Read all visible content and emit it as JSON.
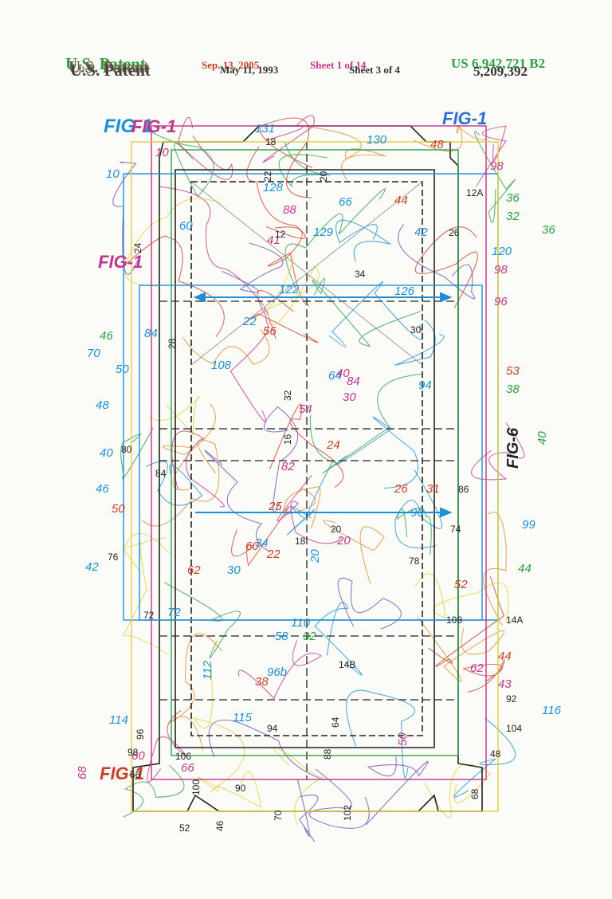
{
  "header": {
    "patent_lines": [
      "U.S. Patent",
      "U.S. Patent",
      "U.S. Patent"
    ],
    "date_lines": [
      "Sep. 13, 2005",
      "May 11, 1993"
    ],
    "sheet_lines": [
      "Sheet 1 of 14",
      "Sheet 3 of 4"
    ],
    "number_lines": [
      "US 6,942,721 B2",
      "5,209,392"
    ]
  },
  "colors": {
    "ink": "#222222",
    "blue": "#1e8fd6",
    "green": "#2f9e47",
    "red": "#c8402a",
    "magenta": "#c0368a",
    "yellow": "#e0d040",
    "purple": "#6a4bb0",
    "orange": "#e08a30"
  },
  "figure_labels": [
    {
      "text": "FIG-1",
      "color": "#1e8fd6"
    },
    {
      "text": "FIG-1",
      "color": "#c0368a"
    },
    {
      "text": "FIG-1",
      "color": "#2f6fd6"
    },
    {
      "text": "FIG-1",
      "color": "#c0368a"
    },
    {
      "text": "FIG-1",
      "color": "#c8402a"
    },
    {
      "text": "FIG-6",
      "color": "#222222"
    }
  ],
  "references": [
    {
      "text": "10",
      "color": "#1e8fd6"
    },
    {
      "text": "10",
      "color": "#c0368a"
    },
    {
      "text": "131",
      "color": "#1e8fd6"
    },
    {
      "text": "130",
      "color": "#1e8fd6"
    },
    {
      "text": "48",
      "color": "#c8402a"
    },
    {
      "text": "18",
      "color": "#222222"
    },
    {
      "text": "22",
      "color": "#222222"
    },
    {
      "text": "20",
      "color": "#222222"
    },
    {
      "text": "128",
      "color": "#1e8fd6"
    },
    {
      "text": "88",
      "color": "#c0368a"
    },
    {
      "text": "66",
      "color": "#1e8fd6"
    },
    {
      "text": "44",
      "color": "#c8402a"
    },
    {
      "text": "12A",
      "color": "#222222"
    },
    {
      "text": "36",
      "color": "#2f9e47"
    },
    {
      "text": "36",
      "color": "#2f9e47"
    },
    {
      "text": "32",
      "color": "#2f9e47"
    },
    {
      "text": "98",
      "color": "#c0368a"
    },
    {
      "text": "98",
      "color": "#c0368a"
    },
    {
      "text": "24",
      "color": "#222222"
    },
    {
      "text": "60",
      "color": "#1e8fd6"
    },
    {
      "text": "41",
      "color": "#c0368a"
    },
    {
      "text": "12",
      "color": "#222222"
    },
    {
      "text": "129",
      "color": "#1e8fd6"
    },
    {
      "text": "42",
      "color": "#1e8fd6"
    },
    {
      "text": "26",
      "color": "#222222"
    },
    {
      "text": "120",
      "color": "#1e8fd6"
    },
    {
      "text": "34",
      "color": "#222222"
    },
    {
      "text": "30",
      "color": "#222222"
    },
    {
      "text": "122",
      "color": "#1e8fd6"
    },
    {
      "text": "126",
      "color": "#1e8fd6"
    },
    {
      "text": "96",
      "color": "#c0368a"
    },
    {
      "text": "22",
      "color": "#1e8fd6"
    },
    {
      "text": "70",
      "color": "#1e8fd6"
    },
    {
      "text": "46",
      "color": "#2f9e47"
    },
    {
      "text": "84",
      "color": "#1e8fd6"
    },
    {
      "text": "56",
      "color": "#c8402a"
    },
    {
      "text": "28",
      "color": "#222222"
    },
    {
      "text": "108",
      "color": "#1e8fd6"
    },
    {
      "text": "64",
      "color": "#1e8fd6"
    },
    {
      "text": "40",
      "color": "#c0368a"
    },
    {
      "text": "94",
      "color": "#1e8fd6"
    },
    {
      "text": "53",
      "color": "#c8402a"
    },
    {
      "text": "38",
      "color": "#2f9e47"
    },
    {
      "text": "50",
      "color": "#1e8fd6"
    },
    {
      "text": "84",
      "color": "#c0368a"
    },
    {
      "text": "30",
      "color": "#c0368a"
    },
    {
      "text": "32",
      "color": "#222222"
    },
    {
      "text": "54",
      "color": "#c0368a"
    },
    {
      "text": "48",
      "color": "#1e8fd6"
    },
    {
      "text": "40",
      "color": "#1e8fd6"
    },
    {
      "text": "80",
      "color": "#222222"
    },
    {
      "text": "16",
      "color": "#222222"
    },
    {
      "text": "24",
      "color": "#c8402a"
    },
    {
      "text": "40",
      "color": "#2f9e47"
    },
    {
      "text": "46",
      "color": "#1e8fd6"
    },
    {
      "text": "84",
      "color": "#222222"
    },
    {
      "text": "82",
      "color": "#c0368a"
    },
    {
      "text": "26",
      "color": "#c8402a"
    },
    {
      "text": "31",
      "color": "#c8402a"
    },
    {
      "text": "86",
      "color": "#222222"
    },
    {
      "text": "50",
      "color": "#c8402a"
    },
    {
      "text": "25",
      "color": "#c8402a"
    },
    {
      "text": "20",
      "color": "#222222"
    },
    {
      "text": "90",
      "color": "#1e8fd6"
    },
    {
      "text": "99",
      "color": "#1e8fd6"
    },
    {
      "text": "18",
      "color": "#222222"
    },
    {
      "text": "20",
      "color": "#c0368a"
    },
    {
      "text": "60",
      "color": "#c8402a"
    },
    {
      "text": "34",
      "color": "#1e8fd6"
    },
    {
      "text": "78",
      "color": "#222222"
    },
    {
      "text": "74",
      "color": "#222222"
    },
    {
      "text": "30",
      "color": "#1e8fd6"
    },
    {
      "text": "42",
      "color": "#1e8fd6"
    },
    {
      "text": "76",
      "color": "#222222"
    },
    {
      "text": "62",
      "color": "#c8402a"
    },
    {
      "text": "20",
      "color": "#1e8fd6"
    },
    {
      "text": "22",
      "color": "#c8402a"
    },
    {
      "text": "44",
      "color": "#2f9e47"
    },
    {
      "text": "72",
      "color": "#222222"
    },
    {
      "text": "72",
      "color": "#1e8fd6"
    },
    {
      "text": "108",
      "color": "#222222"
    },
    {
      "text": "14A",
      "color": "#222222"
    },
    {
      "text": "110",
      "color": "#1e8fd6"
    },
    {
      "text": "52",
      "color": "#c8402a"
    },
    {
      "text": "32",
      "color": "#2f9e47"
    },
    {
      "text": "96b",
      "color": "#1e8fd6"
    },
    {
      "text": "58",
      "color": "#1e8fd6"
    },
    {
      "text": "112",
      "color": "#1e8fd6"
    },
    {
      "text": "44",
      "color": "#c8402a"
    },
    {
      "text": "14B",
      "color": "#222222"
    },
    {
      "text": "62",
      "color": "#c0368a"
    },
    {
      "text": "38",
      "color": "#c8402a"
    },
    {
      "text": "43",
      "color": "#c0368a"
    },
    {
      "text": "92",
      "color": "#222222"
    },
    {
      "text": "116",
      "color": "#1e8fd6"
    },
    {
      "text": "114",
      "color": "#1e8fd6"
    },
    {
      "text": "115",
      "color": "#1e8fd6"
    },
    {
      "text": "94",
      "color": "#222222"
    },
    {
      "text": "64",
      "color": "#222222"
    },
    {
      "text": "104",
      "color": "#222222"
    },
    {
      "text": "96",
      "color": "#222222"
    },
    {
      "text": "60",
      "color": "#c0368a"
    },
    {
      "text": "106",
      "color": "#222222"
    },
    {
      "text": "98",
      "color": "#222222"
    },
    {
      "text": "48",
      "color": "#222222"
    },
    {
      "text": "50",
      "color": "#c0368a"
    },
    {
      "text": "88",
      "color": "#222222"
    },
    {
      "text": "68",
      "color": "#c0368a"
    },
    {
      "text": "56",
      "color": "#222222"
    },
    {
      "text": "66",
      "color": "#c0368a"
    },
    {
      "text": "90",
      "color": "#222222"
    },
    {
      "text": "100",
      "color": "#222222"
    },
    {
      "text": "68",
      "color": "#222222"
    },
    {
      "text": "52",
      "color": "#222222"
    },
    {
      "text": "46",
      "color": "#222222"
    },
    {
      "text": "70",
      "color": "#222222"
    },
    {
      "text": "102",
      "color": "#222222"
    }
  ]
}
